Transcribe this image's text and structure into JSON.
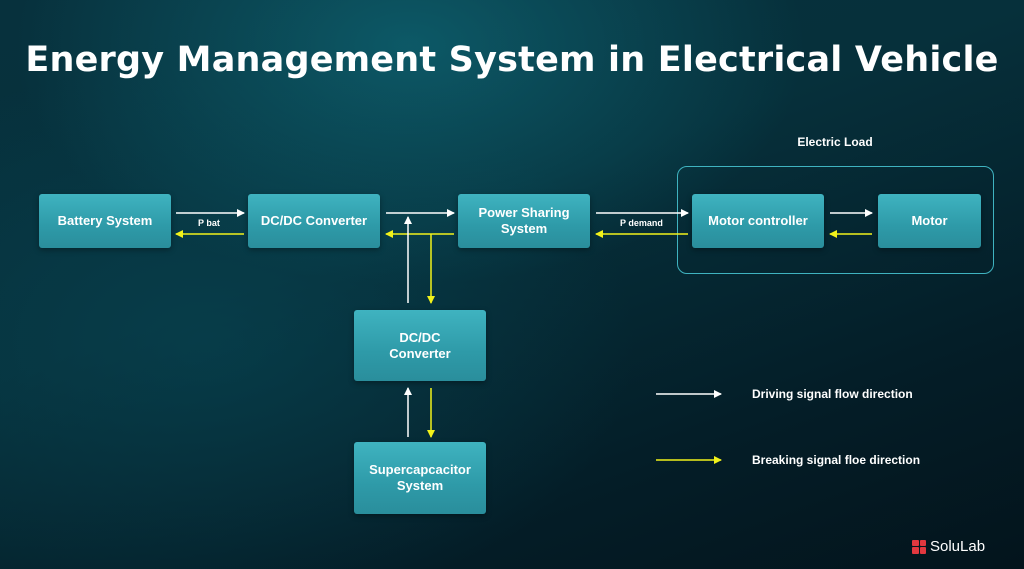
{
  "title": "Energy Management System in Electrical Vehicle",
  "nodes": {
    "battery": "Battery System",
    "dcdc_top": "DC/DC Converter",
    "power_sharing": "Power Sharing\nSystem",
    "motor_controller": "Motor controller",
    "motor": "Motor",
    "dcdc_bottom": "DC/DC\nConverter",
    "supercap": "Supercapcacitor\nSystem"
  },
  "group_label": "Electric Load",
  "flow_labels": {
    "p_bat": "P bat",
    "p_demand": "P demand"
  },
  "legend": {
    "driving": "Driving signal flow direction",
    "breaking": "Breaking signal floe direction"
  },
  "colors": {
    "driving_arrow": "#ffffff",
    "breaking_arrow": "#f2f21a",
    "box": "#35a6b3",
    "logo": "#e2383f"
  },
  "logo": {
    "text": "SoluLab"
  }
}
